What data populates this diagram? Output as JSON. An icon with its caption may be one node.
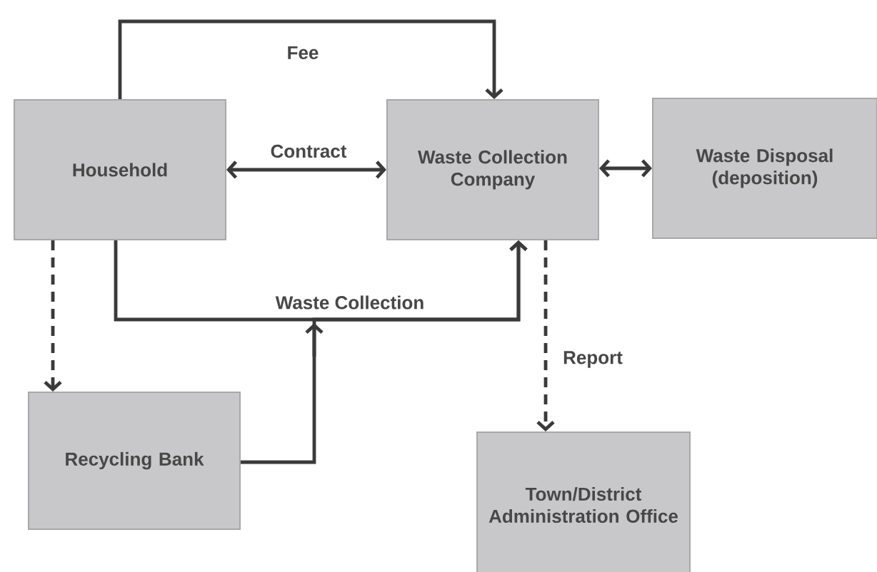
{
  "diagram": {
    "nodes": [
      {
        "text": [
          "Household"
        ]
      },
      {
        "text": [
          "Waste Collection Company"
        ]
      },
      {
        "text": [
          "Waste Disposal (deposition)"
        ]
      },
      {
        "text": [
          "Recycling Bank"
        ]
      },
      {
        "text": [
          "Town/District Administration Office"
        ]
      }
    ],
    "edges": [
      {
        "from": 0,
        "to": 1,
        "arrow": "to",
        "label": "Fee"
      },
      {
        "from": 0,
        "to": 1,
        "arrow": "both",
        "label": "Contract"
      },
      {
        "from": 1,
        "to": 2,
        "arrow": "both"
      },
      {
        "from": 0,
        "to": 1,
        "arrow": "to",
        "label": "Waste Collection"
      },
      {
        "from": 3,
        "to": 1,
        "arrow": "to"
      },
      {
        "from": 0,
        "to": 3,
        "arrow": "to",
        "style": "dashed"
      },
      {
        "from": 1,
        "to": 4,
        "arrow": "to",
        "style": "dashed",
        "label": "Report"
      }
    ]
  }
}
